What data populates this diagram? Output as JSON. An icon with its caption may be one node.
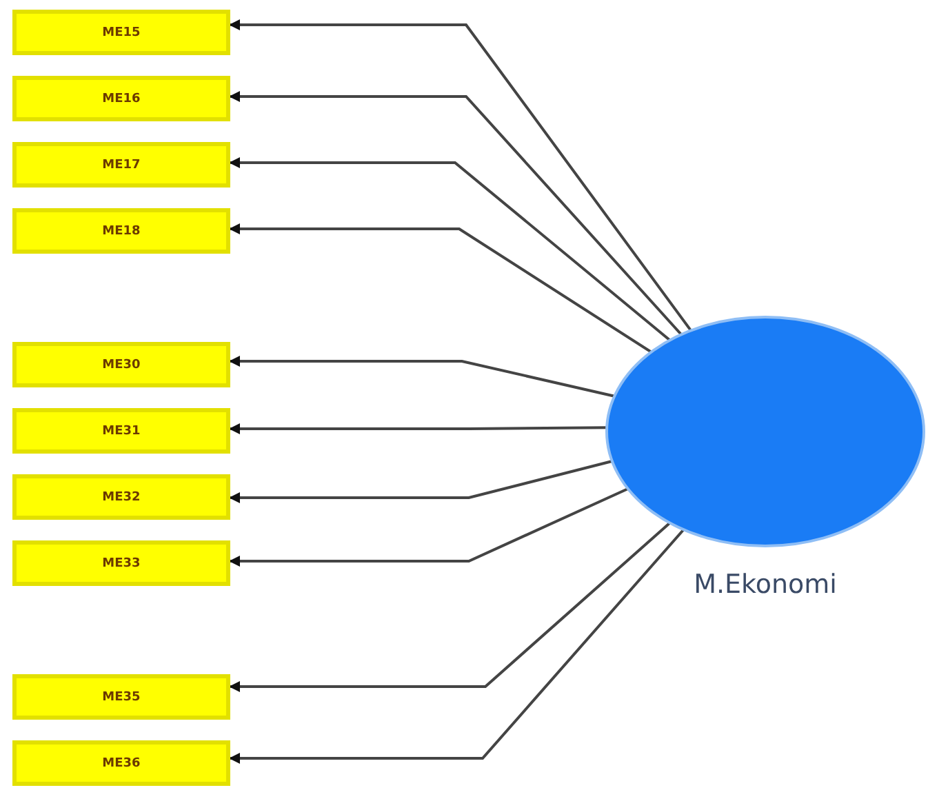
{
  "diagram": {
    "nodes": [
      {
        "text": [
          "ME15"
        ]
      },
      {
        "text": [
          "ME16"
        ]
      },
      {
        "text": [
          "ME17"
        ]
      },
      {
        "text": [
          "ME18"
        ]
      },
      {
        "text": [
          "ME30"
        ]
      },
      {
        "text": [
          "ME31"
        ]
      },
      {
        "text": [
          "ME32"
        ]
      },
      {
        "text": [
          "ME33"
        ]
      },
      {
        "text": [
          "ME35"
        ]
      },
      {
        "text": [
          "ME36"
        ]
      },
      {
        "text": [
          "M.Ekonomi"
        ]
      }
    ],
    "edges": [
      {
        "from": 10,
        "to": 0,
        "arrow": "to"
      },
      {
        "from": 10,
        "to": 1,
        "arrow": "to"
      },
      {
        "from": 10,
        "to": 2,
        "arrow": "to"
      },
      {
        "from": 10,
        "to": 3,
        "arrow": "to"
      },
      {
        "from": 10,
        "to": 4,
        "arrow": "to"
      },
      {
        "from": 10,
        "to": 5,
        "arrow": "to"
      },
      {
        "from": 10,
        "to": 6,
        "arrow": "to"
      },
      {
        "from": 10,
        "to": 7,
        "arrow": "to"
      },
      {
        "from": 10,
        "to": 8,
        "arrow": "to"
      },
      {
        "from": 10,
        "to": 9,
        "arrow": "to"
      }
    ]
  }
}
